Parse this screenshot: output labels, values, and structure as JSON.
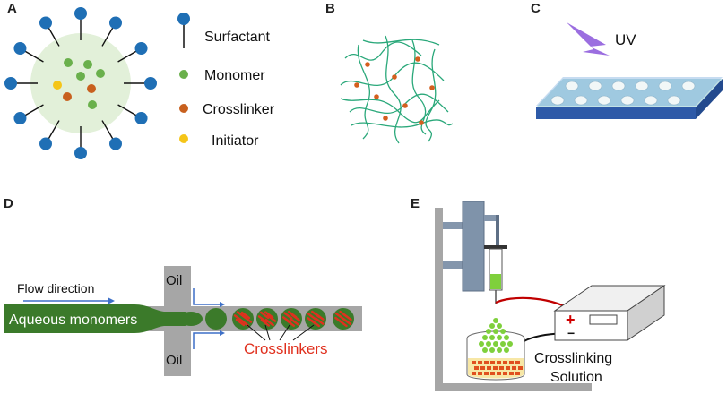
{
  "panels": {
    "a": {
      "letter": "A",
      "legend": {
        "surfactant": "Surfactant",
        "monomer": "Monomer",
        "crosslinker": "Crosslinker",
        "initiator": "Initiator"
      }
    },
    "b": {
      "letter": "B"
    },
    "c": {
      "letter": "C",
      "uv": "UV"
    },
    "d": {
      "letter": "D",
      "flow_direction": "Flow direction",
      "aqueous_monomers": "Aqueous monomers",
      "oil_top": "Oil",
      "oil_bottom": "Oil",
      "crosslinkers": "Crosslinkers"
    },
    "e": {
      "letter": "E",
      "plus": "+",
      "minus": "−",
      "crosslinking_solution_line1": "Crosslinking",
      "crosslinking_solution_line2": "Solution"
    }
  },
  "colors": {
    "surfactant_blue": "#1f6fb5",
    "monomer_green": "#6ab04c",
    "crosslinker_orange": "#c8601e",
    "initiator_yellow": "#f5c518",
    "halo_green": "#e2f0d9",
    "chip_blue": "#2e5aa8",
    "chip_top": "#b7dde0",
    "uv_purple": "#9b6ee0",
    "channel_gray": "#a6a6a6",
    "aqueous_green": "#3b7a2a",
    "crosslink_red": "#e0301e",
    "syringe_gray": "#7f93aa"
  }
}
